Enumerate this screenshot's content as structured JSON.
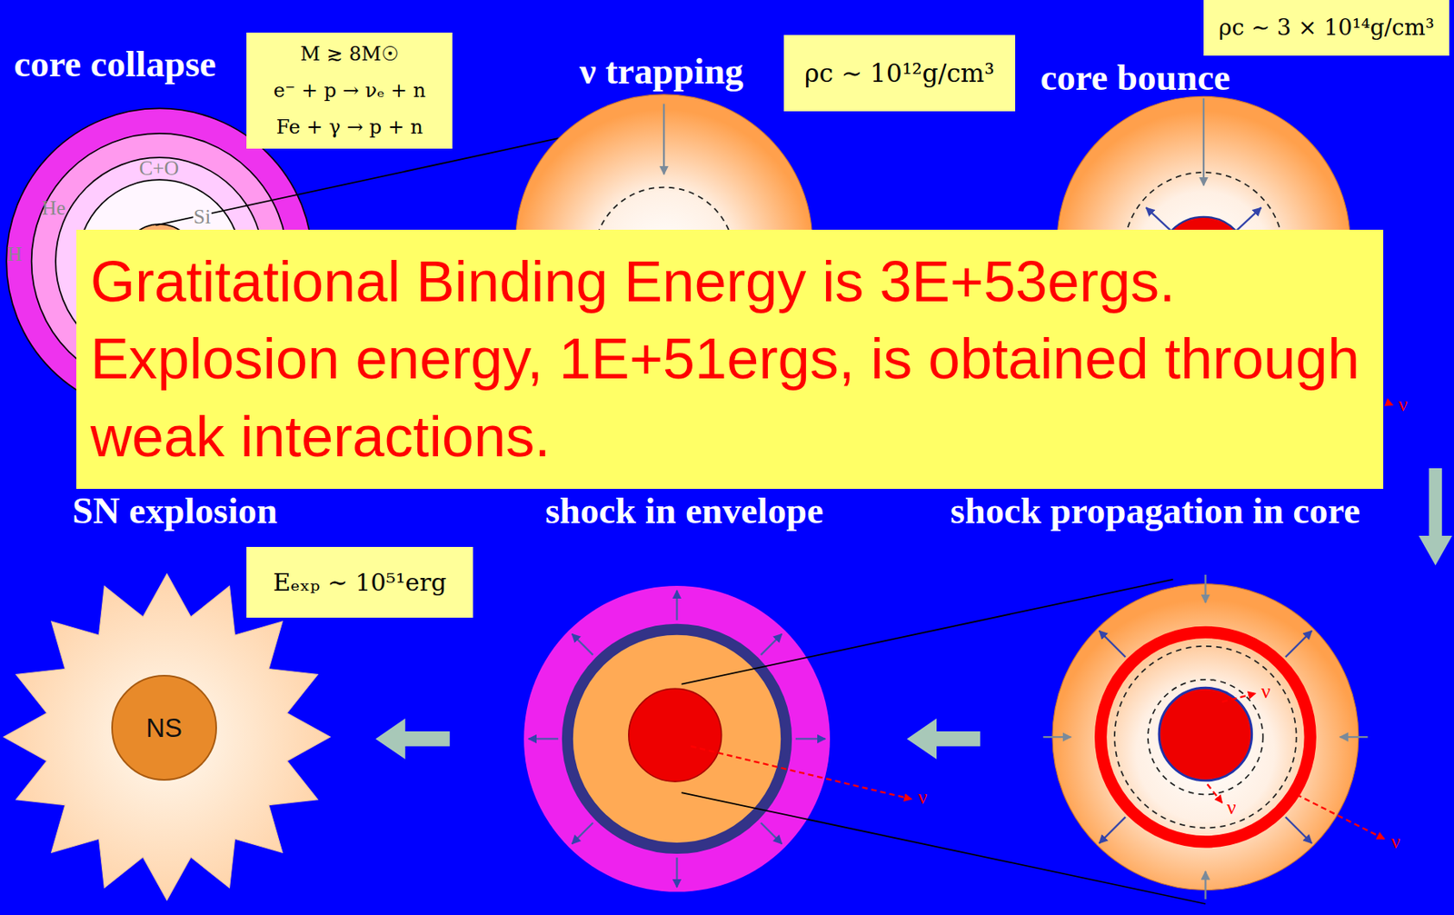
{
  "diagram": {
    "nodes": [
      {
        "text": [
          "M ≳ 8M☉",
          "e⁻ + p → νₑ + n",
          "Fe + γ → p + n"
        ]
      },
      {
        "text": [
          "ρc ∼ 10¹²g/cm³"
        ]
      },
      {
        "text": [
          "ρc ∼ 3 × 10¹⁴g/cm³"
        ]
      },
      {
        "text": [
          "Gratitational Binding Energy is 3E+53ergs. Explosion energy, 1E+51ergs, is obtained through weak interactions."
        ]
      },
      {
        "text": [
          "Eₑₓₚ ∼ 10⁵¹erg"
        ]
      },
      {
        "text": [
          "NS"
        ]
      }
    ],
    "labels": [
      "core collapse",
      "C+O",
      "He",
      "Si",
      "H",
      "ν trapping",
      "core bounce",
      "ν",
      "SN explosion",
      "shock in envelope",
      "ν",
      "shock propagation in core",
      "ν",
      "ν",
      "ν"
    ]
  }
}
